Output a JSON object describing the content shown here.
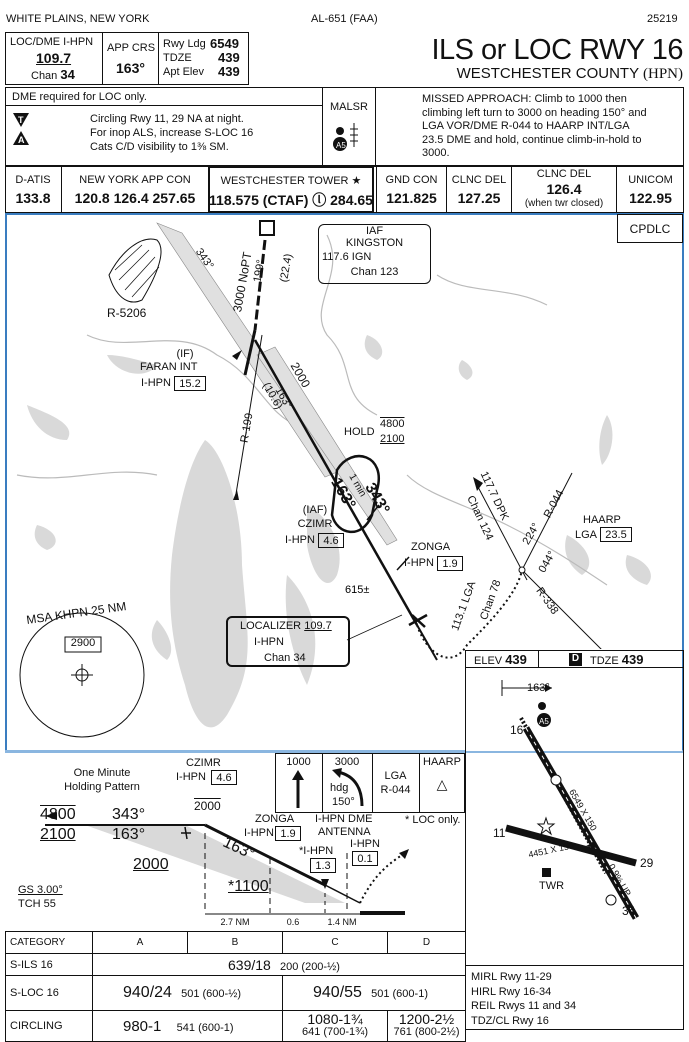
{
  "header": {
    "location": "WHITE PLAINS, NEW YORK",
    "chart_id": "AL-651 (FAA)",
    "procedure_number": "25219",
    "title": "ILS or LOC RWY 16",
    "airport": "WESTCHESTER COUNTY",
    "airport_id": "(HPN)"
  },
  "brief": {
    "loc_label": "LOC/DME  I-HPN",
    "loc_freq": "109.7",
    "chan_label": "Chan",
    "chan": "34",
    "app_crs_label": "APP CRS",
    "app_crs": "163°",
    "rwy_ldg_label": "Rwy Ldg",
    "rwy_ldg": "6549",
    "tdze_label": "TDZE",
    "tdze": "439",
    "apt_elev_label": "Apt Elev",
    "apt_elev": "439"
  },
  "notes": {
    "dme_req": "DME required for LOC only.",
    "circling": "Circling Rwy 11, 29 NA at night.",
    "inop_als": "For inop ALS, increase S-LOC 16",
    "cats_cd": "Cats C/D visibility to 1⅜ SM.",
    "malsr": "MALSR",
    "missed": "MISSED APPROACH: Climb to 1000 then climbing left turn to 3000 on heading 150° and LGA VOR/DME R-044 to HAARP INT/LGA 23.5 DME and hold, continue climb-in-hold to 3000."
  },
  "comms": [
    {
      "label": "D-ATIS",
      "value": "133.8"
    },
    {
      "label": "NEW YORK APP CON",
      "value": "120.8  126.4  257.65"
    },
    {
      "label": "WESTCHESTER TOWER ★",
      "value": "118.575 (CTAF) ⓛ 284.65"
    },
    {
      "label": "GND CON",
      "value": "121.825"
    },
    {
      "label": "CLNC DEL",
      "value": "127.25"
    },
    {
      "label": "CLNC DEL",
      "value": "126.4",
      "sub": "(when twr closed)"
    },
    {
      "label": "UNICOM",
      "value": "122.95"
    }
  ],
  "plan": {
    "cpdlc": "CPDLC",
    "iaf_label": "IAF",
    "kingston": "KINGSTON",
    "kingston_freq": "117.6  IGN",
    "kingston_chan": "Chan 123",
    "r5206": "R-5206",
    "crs_343": "343°",
    "noPT": "3000 NoPT",
    "crs_199": "199°",
    "dist_224": "(22.4)",
    "if_label": "(IF)",
    "faran": "FARAN INT",
    "faran_ihpn": "I-HPN",
    "faran_dme": "15.2",
    "alt_2000": "2000",
    "crs_163": "163°",
    "dist_106": "(10.6)",
    "r199": "R-199",
    "hold": "HOLD",
    "hold_alt_top": "4800",
    "hold_alt_bot": "2100",
    "hold_crs": "343°",
    "hold_crs2": "163°",
    "hold_min": "1 min",
    "iaf2": "(IAF)",
    "czimr": "CZIMR",
    "czimr_ihpn": "I-HPN",
    "czimr_dme": "4.6",
    "zonga": "ZONGA",
    "zonga_ihpn": "I-HPN",
    "zonga_dme": "1.9",
    "obst": "615±",
    "localizer": "LOCALIZER",
    "loc_freq": "109.7",
    "loc_ihpn": "I-HPN",
    "loc_chan": "Chan 34",
    "dpk": "117.7 DPK",
    "dpk_chan": "Chan 124",
    "r044": "R-044",
    "lga": "113.1 LGA",
    "lga_chan": "Chan 78",
    "r338": "R-338",
    "crs_224": "224°",
    "crs_044": "044°",
    "haarp": "HAARP",
    "haarp_lga": "LGA",
    "haarp_dme": "23.5",
    "msa": "MSA KHPN 25 NM",
    "msa_alt": "2900"
  },
  "airport_diagram": {
    "elev_label": "ELEV",
    "elev": "439",
    "tdze_label": "TDZE",
    "tdze": "439",
    "inbound": "163°",
    "rwy1": "6549 X 150",
    "rwy2": "4451 X 150",
    "gradient": "0.9% UP",
    "r11": "11",
    "r29": "29",
    "r16": "16",
    "r34": "34",
    "twr": "TWR",
    "mirl": "MIRL Rwy 11-29",
    "hirl": "HIRL Rwy 16-34",
    "reil": "REIL Rwys 11 and 34",
    "tdz": "TDZ/CL Rwy 16"
  },
  "missed_icons": {
    "m1": "1000",
    "m2": "3000",
    "m2_hdg": "hdg",
    "m2_150": "150°",
    "m3a": "LGA",
    "m3b": "R-044",
    "m4": "HAARP"
  },
  "profile": {
    "title1": "One Minute",
    "title2": "Holding Pattern",
    "czimr": "CZIMR",
    "czimr_ihpn": "I-HPN",
    "czimr_dme": "4.6",
    "alt_4800": "4800",
    "alt_2100": "2100",
    "crs_343": "343°",
    "crs_163": "163°",
    "alt_2000_top": "2000",
    "alt_2000": "2000",
    "zonga": "ZONGA",
    "zonga_ihpn": "I-HPN",
    "zonga_dme": "1.9",
    "ihpn_dme": "I-HPN DME",
    "antenna": "ANTENNA",
    "loc_only": "* LOC only.",
    "ihpn13_lab": "*I-HPN",
    "ihpn13": "1.3",
    "ihpn01_lab": "I-HPN",
    "ihpn01": "0.1",
    "crs_163_main": "163°",
    "alt_1100": "*1100",
    "gs": "GS 3.00°",
    "tch": "TCH 55",
    "d1": "2.7 NM",
    "d2": "0.6",
    "d3": "1.4 NM"
  },
  "minimums": {
    "headers": [
      "CATEGORY",
      "A",
      "B",
      "C",
      "D"
    ],
    "sils_label": "S-ILS 16",
    "sils_val": "639/18",
    "sils_hat": "200 (200-½)",
    "sloc_label": "S-LOC 16",
    "sloc_ab": "940/24",
    "sloc_ab_hat": "501 (600-½)",
    "sloc_cd": "940/55",
    "sloc_cd_hat": "501 (600-1)",
    "circ_label": "CIRCLING",
    "circ_a": "980-1",
    "circ_a_hat": "541 (600-1)",
    "circ_c": "1080-1¾",
    "circ_c_hat": "641 (700-1¾)",
    "circ_d": "1200-2½",
    "circ_d_hat": "761 (800-2½)"
  }
}
